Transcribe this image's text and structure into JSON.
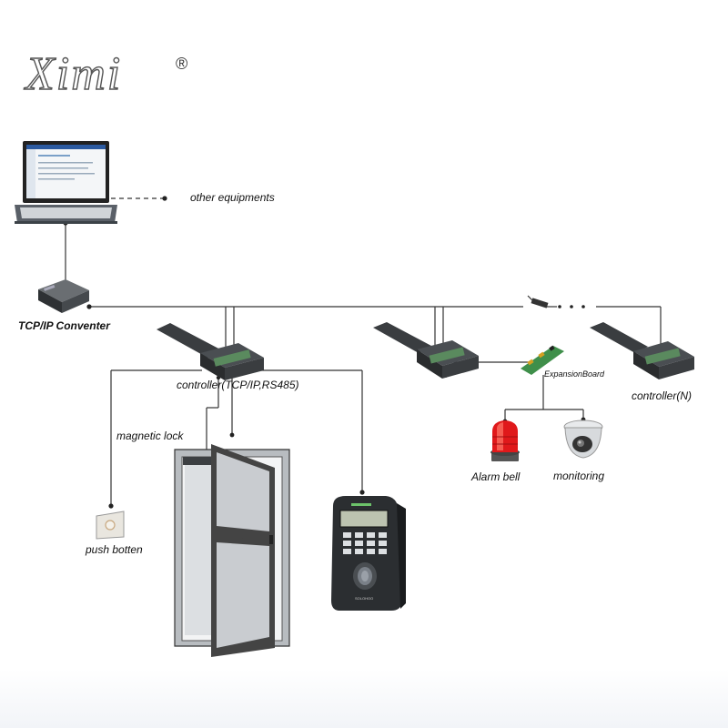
{
  "logo": {
    "text": "Ximi",
    "mark": "®"
  },
  "labels": {
    "other_equipments": "other equipments",
    "tcpip_converter": "TCP/IP Conventer",
    "controller_main": "controller(TCP/IP,RS485)",
    "controller_n": "controller(N)",
    "expansion_board": "ExpansionBoard",
    "magnetic_lock": "magnetic lock",
    "alarm_bell": "Alarm bell",
    "monitoring": "monitoring",
    "push_button": "push botten",
    "reader_brand": "SOLOHOO"
  },
  "colors": {
    "line": "#333333",
    "device_dark": "#2a2d30",
    "alarm_red": "#e0191b",
    "pcb_green": "#3f8f4a"
  }
}
